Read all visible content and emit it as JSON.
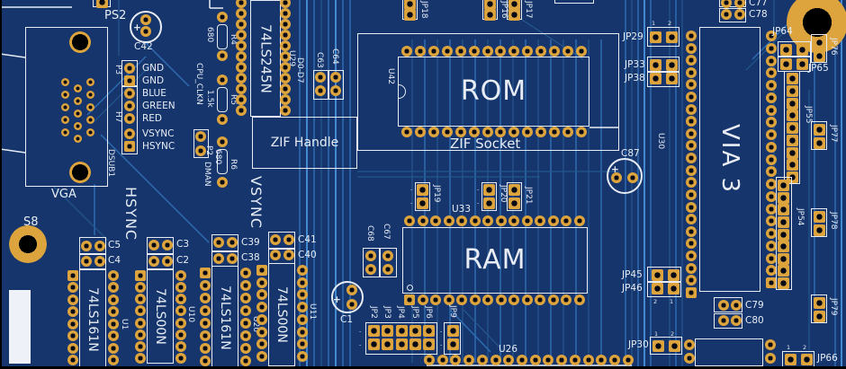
{
  "colors": {
    "board": "#15356c",
    "trace": "#2e6cb2",
    "trace_bright": "#4289cf",
    "trace_dim": "#24588f",
    "pad": "#dda43e",
    "silk": "#e8edf5",
    "hole": "#060a14"
  },
  "connectors": {
    "ps2": "PS2",
    "vga": "VGA",
    "dsub1": "DSUB1",
    "p3": "P3",
    "h7": "H7",
    "s8": "S8",
    "p2": "P2",
    "vga_pins": [
      "GND",
      "GND",
      "BLUE",
      "GREEN",
      "RED",
      "VSYNC",
      "HSYNC"
    ]
  },
  "ics": {
    "buffer": "74LS245N",
    "buffer_ref": "U29",
    "buffer_bus": "D0-D7",
    "rom": "ROM",
    "rom_ref": "U42",
    "zif_socket": "ZIF Socket",
    "zif_handle": "ZIF Handle",
    "ram": "RAM",
    "ram_ref": "U33",
    "via3": "VIA 3",
    "via3_ref": "U30",
    "counter1": "74LS161N",
    "counter1_ref": "U1",
    "nand1": "74LS00N",
    "nand1_ref": "U10",
    "counter2": "74LS161N",
    "counter2_ref": "U20",
    "nand2": "74LS00N",
    "nand2_ref": "U11",
    "u26_ref": "U26"
  },
  "resistors": {
    "r4": "R4",
    "r4_value": "680",
    "r5": "R5",
    "r5_value": "1.5k",
    "r6": "R6",
    "r6_value": "680"
  },
  "capacitors": {
    "c1": "C1",
    "c2": "C2",
    "c3": "C3",
    "c4": "C4",
    "c5": "C5",
    "c38": "C38",
    "c39": "C39",
    "c40": "C40",
    "c41": "C41",
    "c42": "C42",
    "c63": "C63",
    "c64": "C64",
    "c67": "C67",
    "c68": "C68",
    "c77": "C77",
    "c78": "C78",
    "c79": "C79",
    "c80": "C80",
    "c87": "C87"
  },
  "jumpers": {
    "jp2": "JP2",
    "jp3": "JP3",
    "jp4": "JP4",
    "jp5": "JP5",
    "jp6": "JP6",
    "jp9": "JP9",
    "jp16": "JP16",
    "jp17": "JP17",
    "jp18": "JP18",
    "jp19": "JP19",
    "jp20": "JP20",
    "jp21": "JP21",
    "jp29": "JP29",
    "jp30": "JP30",
    "jp33": "JP33",
    "jp38": "JP38",
    "jp45": "JP45",
    "jp46": "JP46",
    "jp54": "JP54",
    "jp55": "JP55",
    "jp64": "JP64",
    "jp65": "JP65",
    "jp66": "JP66",
    "jp76": "JP76",
    "jp77": "JP77",
    "jp78": "JP78",
    "jp79": "JP79"
  },
  "nets": {
    "hsync": "HSYNC",
    "vsync": "VSYNC",
    "cpu_clk": "CPU_CLKN",
    "dman": "DMAN"
  },
  "marks": {
    "one": "1",
    "two": "2",
    "plus": "+",
    "dash": "-"
  }
}
